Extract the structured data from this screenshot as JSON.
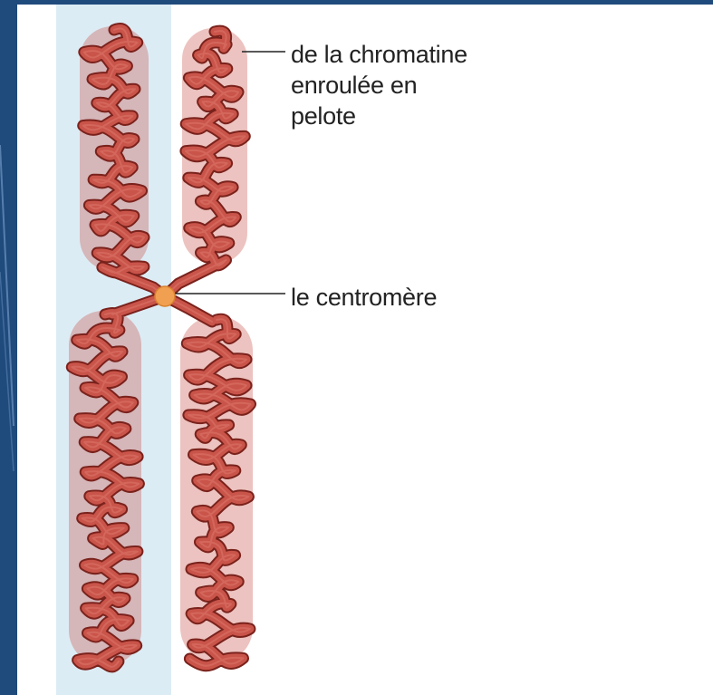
{
  "labels": {
    "chromatine_line1": "de la chromatine",
    "chromatine_line2": "enroulée en",
    "chromatine_line3": "pelote",
    "centromere": "le centromère"
  },
  "colors": {
    "slide_background": "#1f4a7c",
    "panel": "#ffffff",
    "band": "#dcecf5",
    "chromatin_fill": "#c9544a",
    "chromatin_outline": "#7a221c",
    "centromere": "#f0a050",
    "leader_line": "#222222"
  }
}
